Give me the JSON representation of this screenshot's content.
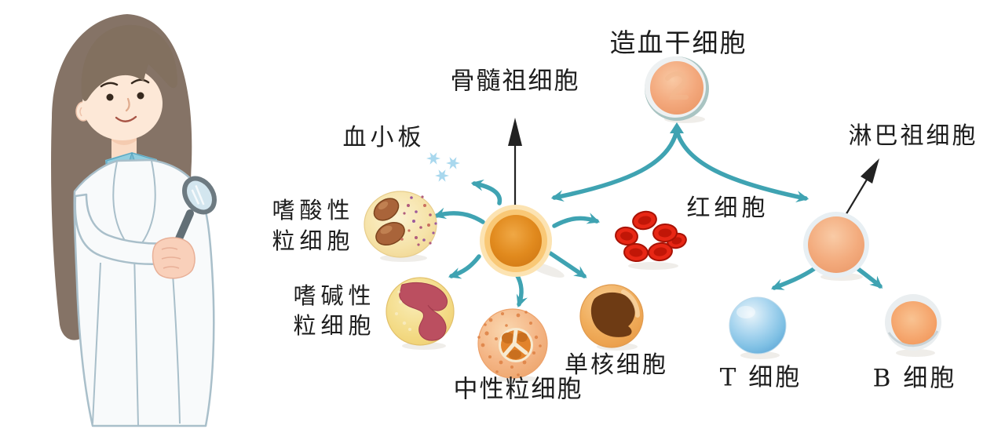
{
  "diagram": {
    "labels": {
      "hematopoietic_stem_cell": "造血干细胞",
      "myeloid_progenitor": "骨髓祖细胞",
      "lymphoid_progenitor": "淋巴祖细胞",
      "platelets": "血小板",
      "eosinophil_line1": "嗜酸性",
      "eosinophil_line2": "粒细胞",
      "basophil_line1": "嗜碱性",
      "basophil_line2": "粒细胞",
      "neutrophil": "中性粒细胞",
      "monocyte": "单核细胞",
      "red_blood_cells": "红细胞",
      "t_cell": "T 细胞",
      "b_cell": "B 细胞"
    },
    "edges": [
      {
        "from": "造血干细胞",
        "to": "骨髓祖细胞"
      },
      {
        "from": "造血干细胞",
        "to": "淋巴祖细胞"
      },
      {
        "from": "骨髓祖细胞",
        "to": "血小板"
      },
      {
        "from": "骨髓祖细胞",
        "to": "嗜酸性粒细胞"
      },
      {
        "from": "骨髓祖细胞",
        "to": "嗜碱性粒细胞"
      },
      {
        "from": "骨髓祖细胞",
        "to": "中性粒细胞"
      },
      {
        "from": "骨髓祖细胞",
        "to": "单核细胞"
      },
      {
        "from": "骨髓祖细胞",
        "to": "红细胞"
      },
      {
        "from": "淋巴祖细胞",
        "to": "T 细胞"
      },
      {
        "from": "淋巴祖细胞",
        "to": "B 细胞"
      }
    ],
    "colors": {
      "arrow_teal": "#3fa3b2",
      "arrow_black": "#222222",
      "label_text": "#1d1d1d",
      "background": "#ffffff",
      "stem_cell_peach": "#f3a87c",
      "myeloid_nucleus_orange": "#e18a1e",
      "red_blood_cell_red": "#e82715",
      "t_cell_blue": "#7fc0e4",
      "b_cell_orange": "#f4a066",
      "platelet_blue": "#a9d8ee",
      "eosinophil_body": "#f6e3a9",
      "basophil_body": "#f3da84",
      "basophil_nucleus": "#bb4f60",
      "monocyte_nucleus": "#6e3b14"
    },
    "illustration": "female-scientist-with-magnifying-glass"
  }
}
